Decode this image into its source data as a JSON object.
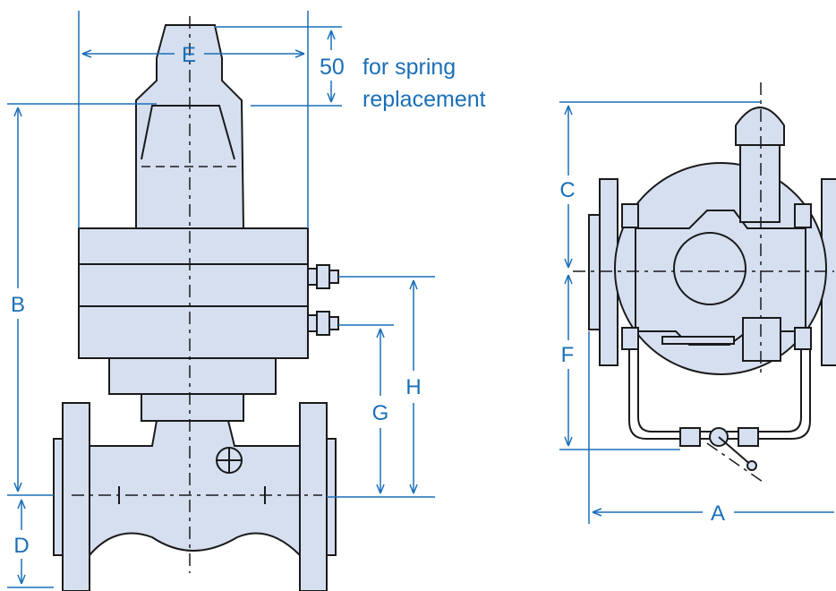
{
  "labels": {
    "A": "A",
    "B": "B",
    "C": "C",
    "D": "D",
    "E": "E",
    "F": "F",
    "G": "G",
    "H": "H"
  },
  "note": {
    "value": "50",
    "line1": "for spring",
    "line2": "replacement"
  },
  "colors": {
    "dimension": "#1a6fb8",
    "body": "#d5dff0",
    "outline": "#1a1a1a"
  }
}
